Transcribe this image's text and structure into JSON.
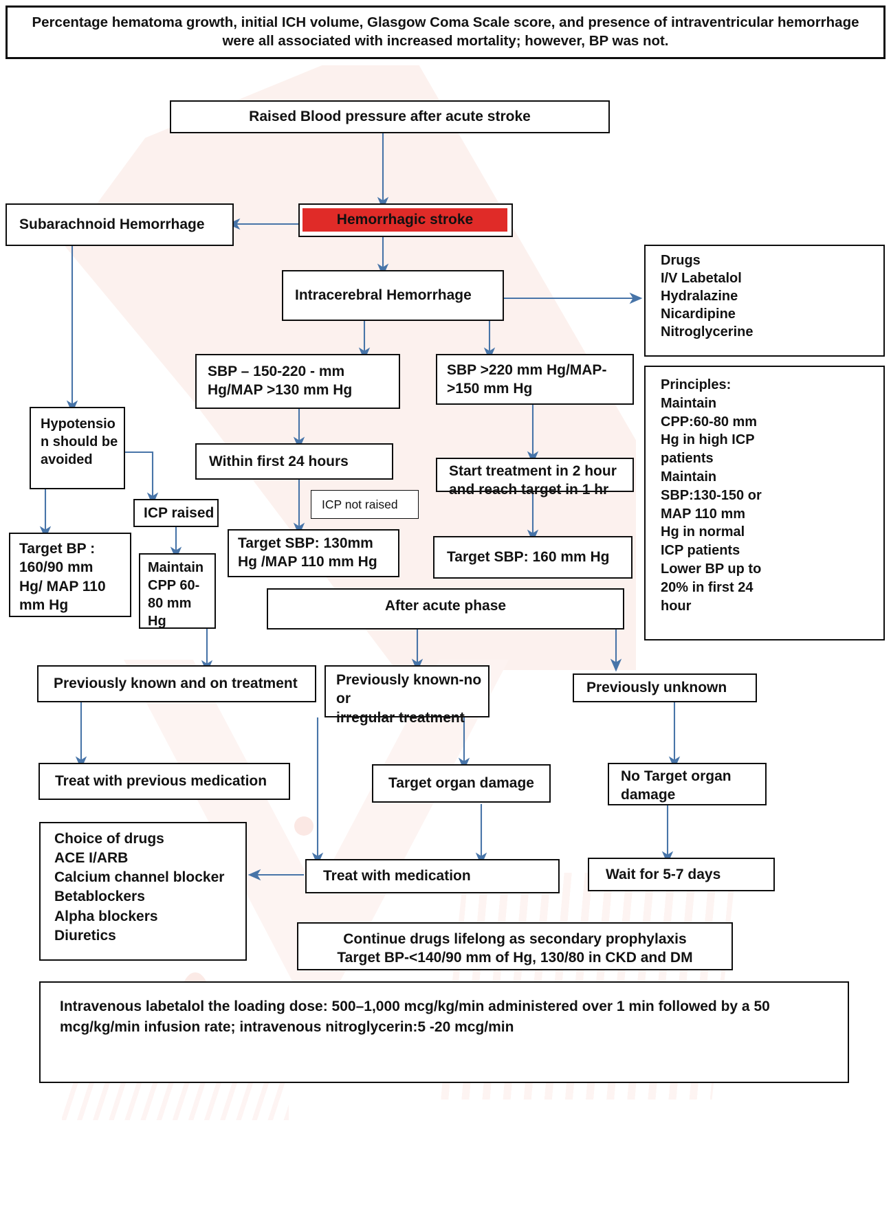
{
  "header": {
    "note": "Percentage hematoma growth, initial ICH volume, Glasgow Coma Scale score, and presence of intraventricular hemorrhage were all associated with increased mortality; however, BP was not."
  },
  "nodes": {
    "raised_bp": "Raised Blood pressure after acute stroke",
    "hemorrhagic_stroke": "Hemorrhagic stroke",
    "subarachnoid": "Subarachnoid Hemorrhage",
    "intracerebral": "Intracerebral Hemorrhage",
    "drugs": "Drugs\nI/V Labetalol\nHydralazine\nNicardipine\nNitroglycerine",
    "principles": "Principles:\nMaintain\nCPP:60-80 mm\nHg in high ICP\npatients\nMaintain\nSBP:130-150 or\nMAP 110 mm\nHg in normal\nICP patients\nLower BP up to\n20% in first 24\nhour",
    "sbp_150_220": "SBP – 150-220 - mm\nHg/MAP >130 mm Hg",
    "sbp_over_220": "SBP >220 mm Hg/MAP-\n>150 mm Hg",
    "hypotension": "Hypotensio\nn should be\navoided",
    "within_24h": "Within first 24 hours",
    "start_treatment": "Start treatment in 2 hour\nand reach target in 1 hr",
    "icp_raised": "ICP raised",
    "icp_not_raised": "ICP not raised",
    "target_bp_160_90": "Target BP :\n160/90 mm\nHg/ MAP 110\nmm Hg",
    "maintain_cpp": "Maintain\nCPP 60-\n80 mm\nHg",
    "target_sbp_130": "Target SBP: 130mm\nHg /MAP 110 mm Hg",
    "target_sbp_160": "Target SBP: 160 mm Hg",
    "after_acute_phase": "After acute phase",
    "prev_known_treated": "Previously known and on treatment",
    "prev_known_irregular": "Previously known-no or\nirregular treatment",
    "prev_unknown": "Previously unknown",
    "treat_previous_med": "Treat with previous medication",
    "target_organ_damage": "Target organ damage",
    "no_target_organ_damage": "No Target organ\ndamage",
    "choice_of_drugs": "Choice of drugs\nACE I/ARB\nCalcium channel blocker\nBetablockers\nAlpha blockers\nDiuretics",
    "treat_with_medication": "Treat with medication",
    "wait_5_7_days": "Wait for 5-7 days",
    "continue_drugs": "Continue drugs lifelong as secondary prophylaxis\nTarget BP-<140/90 mm of Hg, 130/80 in CKD and DM",
    "iv_labetalol_dose": "Intravenous labetalol the loading dose: 500–1,000 mcg/kg/min administered over 1 min followed by a 50 mcg/kg/min infusion rate; intravenous nitroglycerin:5 -20 mcg/min"
  },
  "colors": {
    "highlight": "#e02b28",
    "arrow": "#4774a8",
    "border": "#0d0d0d",
    "watermark": "#fbeeeb"
  }
}
